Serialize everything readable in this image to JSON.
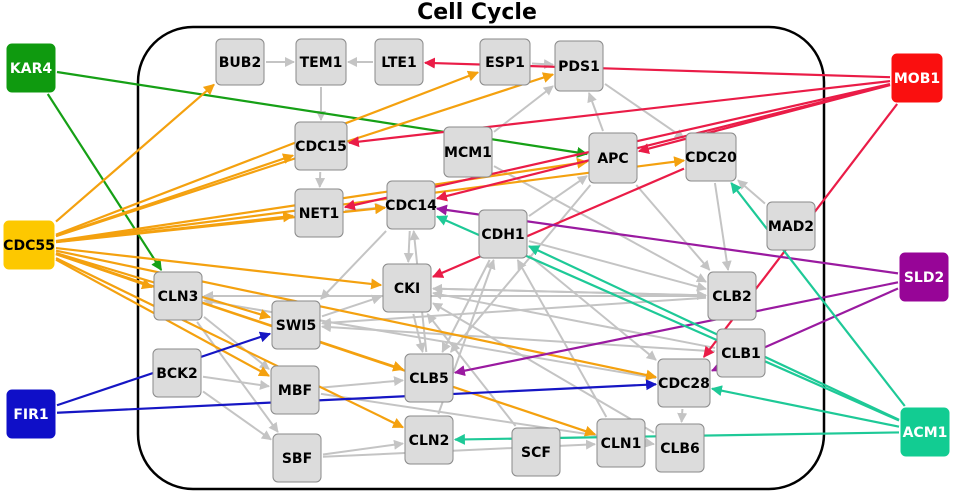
{
  "title": "Cell Cycle",
  "colors": {
    "gray": "#c4c4c4",
    "orange": "#f4a10f",
    "red": "#ea1c47",
    "green": "#16a016",
    "teal": "#1ec997",
    "blue": "#1616c4",
    "purple": "#9a1aa0",
    "node_fill": "#dcdcdc",
    "node_stroke": "#8a8a8a",
    "KAR4": "#0f9a0f",
    "CDC55": "#fdc800",
    "FIR1": "#0f0fc8",
    "MOB1": "#fa0f0f",
    "SLD2": "#970597",
    "ACM1": "#12cc92"
  },
  "nodes": [
    {
      "id": "BUB2",
      "label": "BUB2",
      "group": "inner"
    },
    {
      "id": "TEM1",
      "label": "TEM1",
      "group": "inner"
    },
    {
      "id": "LTE1",
      "label": "LTE1",
      "group": "inner"
    },
    {
      "id": "ESP1",
      "label": "ESP1",
      "group": "inner"
    },
    {
      "id": "PDS1",
      "label": "PDS1",
      "group": "inner"
    },
    {
      "id": "CDC15",
      "label": "CDC15",
      "group": "inner"
    },
    {
      "id": "MCM1",
      "label": "MCM1",
      "group": "inner"
    },
    {
      "id": "APC",
      "label": "APC",
      "group": "inner"
    },
    {
      "id": "CDC20",
      "label": "CDC20",
      "group": "inner"
    },
    {
      "id": "NET1",
      "label": "NET1",
      "group": "inner"
    },
    {
      "id": "CDC14",
      "label": "CDC14",
      "group": "inner"
    },
    {
      "id": "CDH1",
      "label": "CDH1",
      "group": "inner"
    },
    {
      "id": "MAD2",
      "label": "MAD2",
      "group": "inner"
    },
    {
      "id": "CLN3",
      "label": "CLN3",
      "group": "inner"
    },
    {
      "id": "CKI",
      "label": "CKI",
      "group": "inner"
    },
    {
      "id": "CLB2",
      "label": "CLB2",
      "group": "inner"
    },
    {
      "id": "SWI5",
      "label": "SWI5",
      "group": "inner"
    },
    {
      "id": "CLB1",
      "label": "CLB1",
      "group": "inner"
    },
    {
      "id": "BCK2",
      "label": "BCK2",
      "group": "inner"
    },
    {
      "id": "MBF",
      "label": "MBF",
      "group": "inner"
    },
    {
      "id": "CLB5",
      "label": "CLB5",
      "group": "inner"
    },
    {
      "id": "CDC28",
      "label": "CDC28",
      "group": "inner"
    },
    {
      "id": "SBF",
      "label": "SBF",
      "group": "inner"
    },
    {
      "id": "CLN2",
      "label": "CLN2",
      "group": "inner"
    },
    {
      "id": "SCF",
      "label": "SCF",
      "group": "inner"
    },
    {
      "id": "CLN1",
      "label": "CLN1",
      "group": "inner"
    },
    {
      "id": "CLB6",
      "label": "CLB6",
      "group": "inner"
    },
    {
      "id": "KAR4",
      "label": "KAR4",
      "group": "outer"
    },
    {
      "id": "CDC55",
      "label": "CDC55",
      "group": "outer"
    },
    {
      "id": "FIR1",
      "label": "FIR1",
      "group": "outer"
    },
    {
      "id": "MOB1",
      "label": "MOB1",
      "group": "outer"
    },
    {
      "id": "SLD2",
      "label": "SLD2",
      "group": "outer"
    },
    {
      "id": "ACM1",
      "label": "ACM1",
      "group": "outer"
    }
  ],
  "edges": [
    {
      "from": "KAR4",
      "to": "APC",
      "color": "green"
    },
    {
      "from": "KAR4",
      "to": "CLN3",
      "color": "green"
    },
    {
      "from": "CDC55",
      "to": "BUB2",
      "color": "orange"
    },
    {
      "from": "CDC55",
      "to": "ESP1",
      "color": "orange"
    },
    {
      "from": "CDC55",
      "to": "PDS1",
      "color": "orange"
    },
    {
      "from": "CDC55",
      "to": "CDC15",
      "color": "orange"
    },
    {
      "from": "CDC55",
      "to": "APC",
      "color": "orange"
    },
    {
      "from": "CDC55",
      "to": "CDC20",
      "color": "orange"
    },
    {
      "from": "CDC55",
      "to": "NET1",
      "color": "orange"
    },
    {
      "from": "CDC55",
      "to": "CDC14",
      "color": "orange"
    },
    {
      "from": "CDC55",
      "to": "CLN3",
      "color": "orange"
    },
    {
      "from": "CDC55",
      "to": "CKI",
      "color": "orange"
    },
    {
      "from": "CDC55",
      "to": "SWI5",
      "color": "orange"
    },
    {
      "from": "CDC55",
      "to": "MBF",
      "color": "orange"
    },
    {
      "from": "CDC55",
      "to": "CLB5",
      "color": "orange"
    },
    {
      "from": "CDC55",
      "to": "CLN2",
      "color": "orange"
    },
    {
      "from": "CDC55",
      "to": "CLN1",
      "color": "orange"
    },
    {
      "from": "CDC55",
      "to": "CDC28",
      "color": "orange"
    },
    {
      "from": "FIR1",
      "to": "SWI5",
      "color": "blue"
    },
    {
      "from": "FIR1",
      "to": "CDC28",
      "color": "blue"
    },
    {
      "from": "MOB1",
      "to": "LTE1",
      "color": "red"
    },
    {
      "from": "MOB1",
      "to": "CDC15",
      "color": "red"
    },
    {
      "from": "MOB1",
      "to": "APC",
      "color": "red"
    },
    {
      "from": "MOB1",
      "to": "CDC14",
      "color": "red"
    },
    {
      "from": "MOB1",
      "to": "NET1",
      "color": "red"
    },
    {
      "from": "MOB1",
      "to": "CDC28",
      "color": "red"
    },
    {
      "from": "CDC20",
      "to": "CKI",
      "color": "red"
    },
    {
      "from": "SLD2",
      "to": "CDC14",
      "color": "purple"
    },
    {
      "from": "SLD2",
      "to": "CLB5",
      "color": "purple"
    },
    {
      "from": "SLD2",
      "to": "CDC28",
      "color": "purple"
    },
    {
      "from": "ACM1",
      "to": "CDC20",
      "color": "teal"
    },
    {
      "from": "ACM1",
      "to": "CDC14",
      "color": "teal"
    },
    {
      "from": "ACM1",
      "to": "CDH1",
      "color": "teal"
    },
    {
      "from": "ACM1",
      "to": "CDC28",
      "color": "teal"
    },
    {
      "from": "ACM1",
      "to": "CLN2",
      "color": "teal"
    },
    {
      "from": "BUB2",
      "to": "TEM1",
      "color": "gray"
    },
    {
      "from": "TEM1",
      "to": "CDC15",
      "color": "gray"
    },
    {
      "from": "LTE1",
      "to": "TEM1",
      "color": "gray"
    },
    {
      "from": "ESP1",
      "to": "PDS1",
      "color": "gray"
    },
    {
      "from": "PDS1",
      "to": "CDC20",
      "color": "gray"
    },
    {
      "from": "MCM1",
      "to": "PDS1",
      "color": "gray"
    },
    {
      "from": "CDC15",
      "to": "NET1",
      "color": "gray"
    },
    {
      "from": "NET1",
      "to": "CDC14",
      "color": "gray"
    },
    {
      "from": "CDC14",
      "to": "CKI",
      "color": "gray"
    },
    {
      "from": "CDC14",
      "to": "SWI5",
      "color": "gray"
    },
    {
      "from": "APC",
      "to": "PDS1",
      "color": "gray"
    },
    {
      "from": "APC",
      "to": "CLB2",
      "color": "gray"
    },
    {
      "from": "APC",
      "to": "CLB5",
      "color": "gray"
    },
    {
      "from": "CDC20",
      "to": "CLB2",
      "color": "gray"
    },
    {
      "from": "CDH1",
      "to": "APC",
      "color": "gray"
    },
    {
      "from": "CDH1",
      "to": "CLB2",
      "color": "gray"
    },
    {
      "from": "CDH1",
      "to": "CLB5",
      "color": "gray"
    },
    {
      "from": "CDH1",
      "to": "CDC28",
      "color": "gray"
    },
    {
      "from": "MAD2",
      "to": "CDC20",
      "color": "gray"
    },
    {
      "from": "MCM1",
      "to": "CLB2",
      "color": "gray"
    },
    {
      "from": "CLN3",
      "to": "SBF",
      "color": "gray"
    },
    {
      "from": "CLN3",
      "to": "MBF",
      "color": "gray"
    },
    {
      "from": "BCK2",
      "to": "SBF",
      "color": "gray"
    },
    {
      "from": "BCK2",
      "to": "MBF",
      "color": "gray"
    },
    {
      "from": "SBF",
      "to": "CLN2",
      "color": "gray"
    },
    {
      "from": "SBF",
      "to": "CLN1",
      "color": "gray"
    },
    {
      "from": "MBF",
      "to": "CLB5",
      "color": "gray"
    },
    {
      "from": "MBF",
      "to": "CLB6",
      "color": "gray"
    },
    {
      "from": "SWI5",
      "to": "CKI",
      "color": "gray"
    },
    {
      "from": "CLB2",
      "to": "SWI5",
      "color": "gray"
    },
    {
      "from": "CLB2",
      "to": "CLN3",
      "color": "gray"
    },
    {
      "from": "CLB2",
      "to": "CKI",
      "color": "gray"
    },
    {
      "from": "CLB1",
      "to": "CKI",
      "color": "gray"
    },
    {
      "from": "CLB1",
      "to": "SWI5",
      "color": "gray"
    },
    {
      "from": "CKI",
      "to": "CLB5",
      "color": "gray"
    },
    {
      "from": "CKI",
      "to": "CLB2",
      "color": "gray"
    },
    {
      "from": "SCF",
      "to": "CKI",
      "color": "gray"
    },
    {
      "from": "CLN1",
      "to": "CDH1",
      "color": "gray"
    },
    {
      "from": "CLN2",
      "to": "CDH1",
      "color": "gray"
    },
    {
      "from": "CLB5",
      "to": "CDC14",
      "color": "gray"
    },
    {
      "from": "CLB6",
      "to": "CKI",
      "color": "gray"
    },
    {
      "from": "CDC28",
      "to": "CLB6",
      "color": "gray"
    },
    {
      "from": "CDC28",
      "to": "CLN3",
      "color": "gray"
    }
  ]
}
